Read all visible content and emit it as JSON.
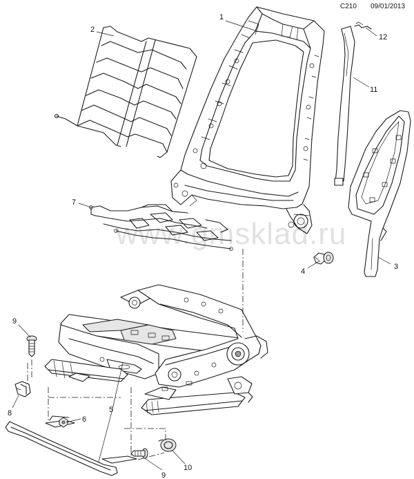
{
  "header": {
    "code": "C210",
    "date": "09/01/2013"
  },
  "watermark": "www.gmsklad.ru",
  "callouts": [
    "1",
    "2",
    "3",
    "4",
    "5",
    "6",
    "7",
    "8",
    "9",
    "9",
    "10",
    "11",
    "12"
  ]
}
